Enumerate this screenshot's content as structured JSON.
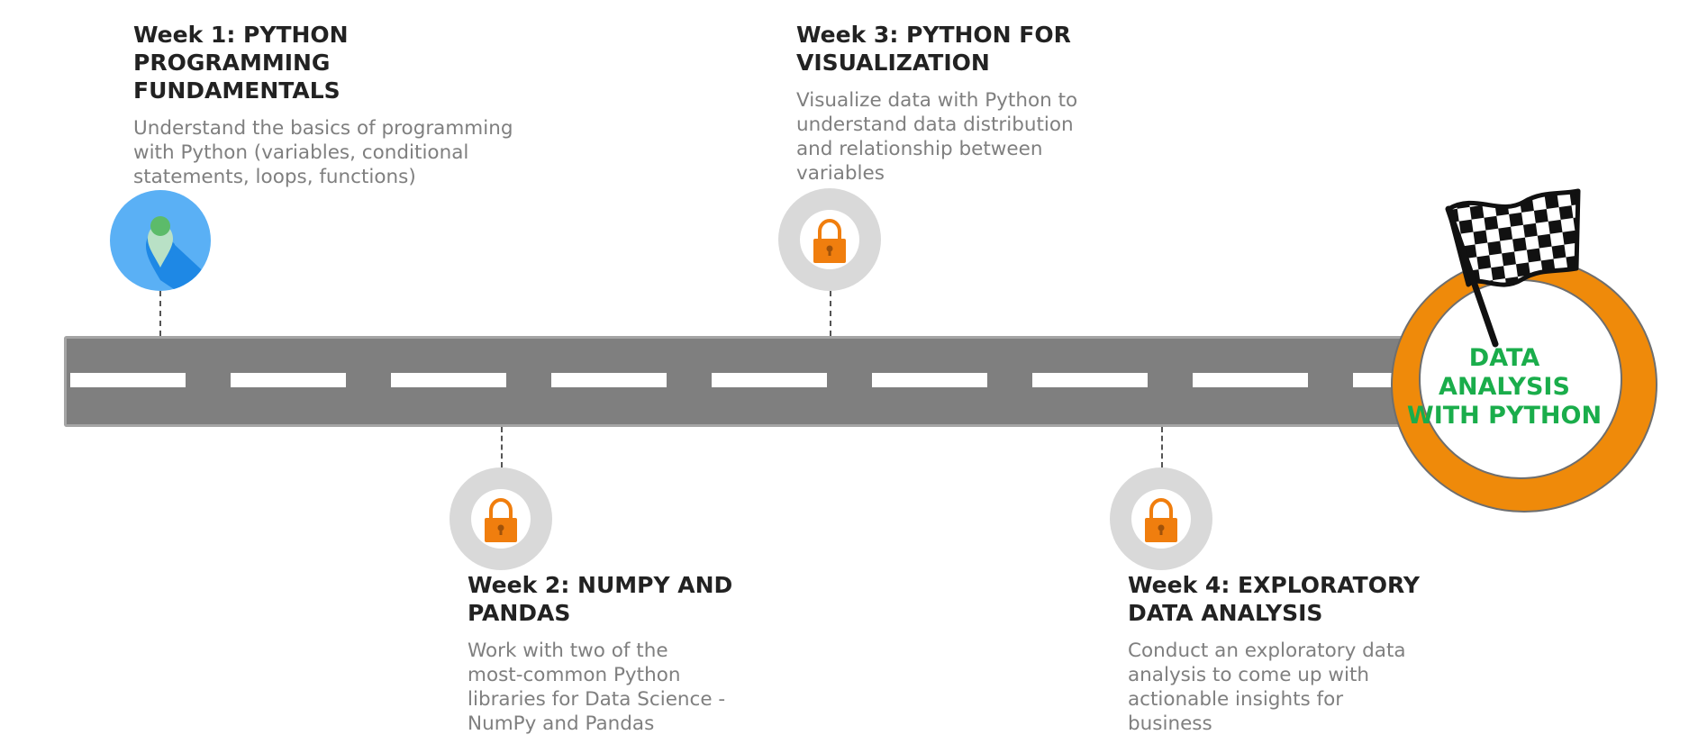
{
  "milestones": [
    {
      "title": "Week 1: PYTHON\nPROGRAMMING\nFUNDAMENTALS",
      "description": "Understand the basics of programming\nwith Python (variables, conditional\nstatements, loops, functions)",
      "icon": "map-pin-icon",
      "status": "current"
    },
    {
      "title": "Week 2: NUMPY AND\nPANDAS",
      "description": "Work with two of the\nmost-common Python\nlibraries for Data Science -\nNumPy and Pandas",
      "icon": "lock-icon",
      "status": "locked"
    },
    {
      "title": "Week 3: PYTHON FOR\nVISUALIZATION",
      "description": "Visualize data with Python to\nunderstand data distribution\nand relationship between\nvariables",
      "icon": "lock-icon",
      "status": "locked"
    },
    {
      "title": "Week 4: EXPLORATORY\nDATA ANALYSIS",
      "description": "Conduct an exploratory data\nanalysis to come up with\nactionable insights for\nbusiness",
      "icon": "lock-icon",
      "status": "locked"
    }
  ],
  "goal": {
    "label": "DATA ANALYSIS\nWITH PYTHON",
    "icon": "checkered-flag-icon"
  },
  "colors": {
    "road": "#7f7f7f",
    "lane": "#ffffff",
    "lock": "#f07e0e",
    "ring": "#ef8a0a",
    "goal_text": "#1aad4b",
    "pin_bg": "#5ab0f5"
  }
}
